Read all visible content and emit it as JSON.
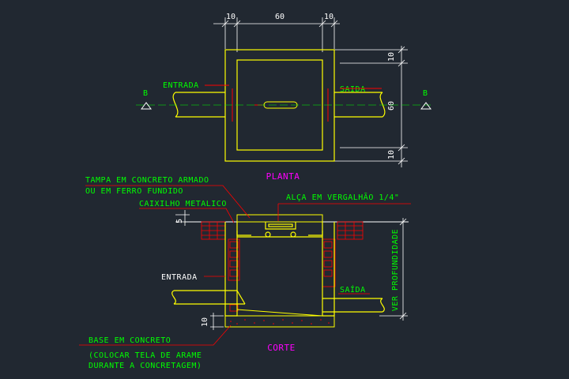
{
  "plan": {
    "title": "PLANTA",
    "dim_top": [
      "10",
      "60",
      "10"
    ],
    "dim_right": [
      "10",
      "60",
      "10"
    ],
    "inlet_label": "ENTRADA",
    "outlet_label": "SAIDA",
    "section_mark": "B"
  },
  "section": {
    "title": "CORTE",
    "lid_label_1": "TAMPA EM CONCRETO ARMADO",
    "lid_label_2": "OU EM FERRO FUNDIDO",
    "frame_label": "CAIXILHO METALICO",
    "handle_label": "ALÇA EM VERGALHÃO 1/4\"",
    "lid_dim": "5",
    "inlet_label": "ENTRADA",
    "outlet_label": "SAÍDA",
    "depth_label": "VER PROFUNDIDADE",
    "base_dim": "10",
    "base_label": "BASE EM CONCRETO",
    "note_1": "(COLOCAR TELA DE ARAME",
    "note_2": "DURANTE A CONCRETAGEM)"
  },
  "colors": {
    "background": "#212831",
    "outline": "#ffff00",
    "dimension": "#ffffff",
    "leader": "#ff0000",
    "label": "#00ff00",
    "title": "#ff00ff"
  }
}
